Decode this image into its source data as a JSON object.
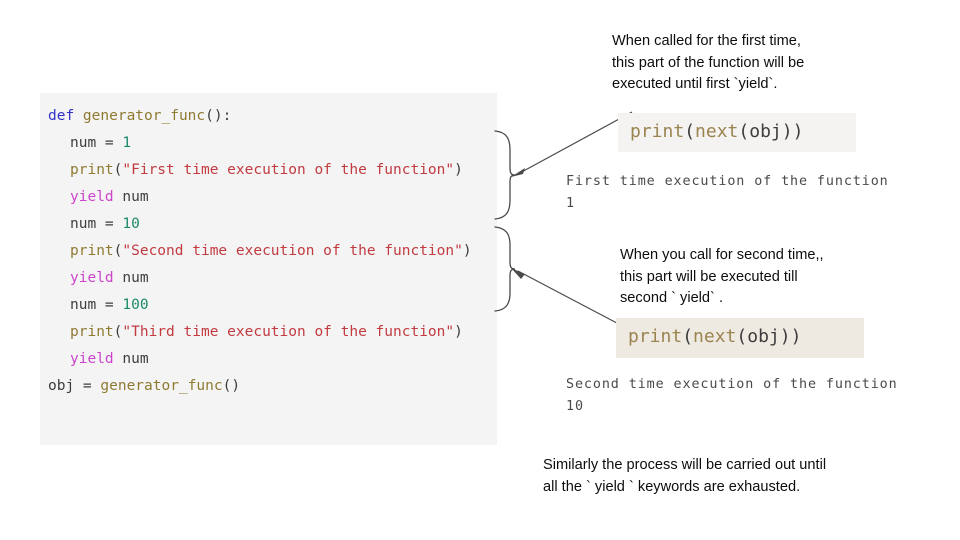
{
  "code_block": {
    "lines": [
      {
        "indent": false,
        "tokens": [
          {
            "t": "def ",
            "c": "kw-def"
          },
          {
            "t": "generator_func",
            "c": "fn-name"
          },
          {
            "t": "():",
            "c": "punct"
          }
        ]
      },
      {
        "indent": true,
        "tokens": [
          {
            "t": "num ",
            "c": "var"
          },
          {
            "t": "= ",
            "c": "punct"
          },
          {
            "t": "1",
            "c": "num"
          }
        ]
      },
      {
        "indent": true,
        "tokens": [
          {
            "t": "print",
            "c": "fn-name"
          },
          {
            "t": "(",
            "c": "punct"
          },
          {
            "t": "\"First time execution of the function\"",
            "c": "str"
          },
          {
            "t": ")",
            "c": "punct"
          }
        ]
      },
      {
        "indent": true,
        "tokens": [
          {
            "t": "yield ",
            "c": "kw-yield"
          },
          {
            "t": "num",
            "c": "var"
          }
        ]
      },
      {
        "indent": true,
        "tokens": [
          {
            "t": "num ",
            "c": "var"
          },
          {
            "t": "= ",
            "c": "punct"
          },
          {
            "t": "10",
            "c": "num"
          }
        ]
      },
      {
        "indent": true,
        "tokens": [
          {
            "t": "print",
            "c": "fn-name"
          },
          {
            "t": "(",
            "c": "punct"
          },
          {
            "t": "\"Second time execution of the function\"",
            "c": "str"
          },
          {
            "t": ")",
            "c": "punct"
          }
        ]
      },
      {
        "indent": true,
        "tokens": [
          {
            "t": "yield ",
            "c": "kw-yield"
          },
          {
            "t": "num",
            "c": "var"
          }
        ]
      },
      {
        "indent": true,
        "tokens": [
          {
            "t": "num ",
            "c": "var"
          },
          {
            "t": "= ",
            "c": "punct"
          },
          {
            "t": "100",
            "c": "num"
          }
        ]
      },
      {
        "indent": true,
        "tokens": [
          {
            "t": "print",
            "c": "fn-name"
          },
          {
            "t": "(",
            "c": "punct"
          },
          {
            "t": "\"Third time execution of the function\"",
            "c": "str"
          },
          {
            "t": ")",
            "c": "punct"
          }
        ]
      },
      {
        "indent": true,
        "tokens": [
          {
            "t": "yield ",
            "c": "kw-yield"
          },
          {
            "t": "num",
            "c": "var"
          }
        ]
      },
      {
        "indent": false,
        "tokens": [
          {
            "t": "obj ",
            "c": "var"
          },
          {
            "t": "= ",
            "c": "punct"
          },
          {
            "t": "generator_func",
            "c": "fn-name"
          },
          {
            "t": "()",
            "c": "punct"
          }
        ]
      }
    ]
  },
  "notes": {
    "first": "When called for the first time,\nthis part of the function will be\nexecuted until first `yield`.",
    "second": "When you call for second time,,\nthis part will be executed till\nsecond ` yield` .",
    "final": "Similarly the process will be carried out until\nall the ` yield ` keywords are exhausted."
  },
  "mini_code": {
    "first": {
      "print": "print",
      "open": "(",
      "next": "next",
      "obj": "(obj))"
    },
    "second": {
      "print": "print",
      "open": "(",
      "next": "next",
      "obj": "(obj))"
    }
  },
  "console": {
    "first": "First time execution of the function\n1",
    "second": "Second time execution of the function\n10"
  },
  "colors": {
    "code_bg": "#f4f4f4",
    "mini_bg_1": "#f4f3f1",
    "mini_bg_2": "#efeae1",
    "keyword_def": "#3232c8",
    "keyword_yield": "#cc44cc",
    "function_name": "#8f7a32",
    "string": "#c23b41",
    "number": "#1a8a6a",
    "brace": "#4a4a4a",
    "arrow": "#4a4a4a"
  }
}
